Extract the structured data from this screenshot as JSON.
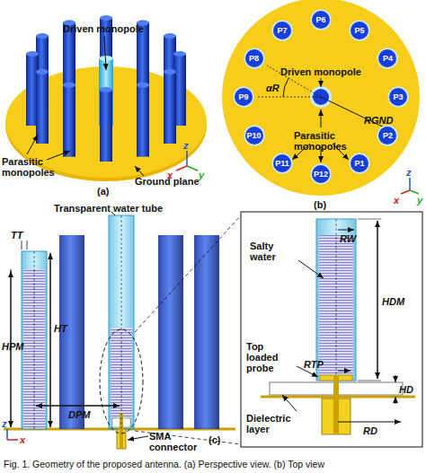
{
  "diagram": {
    "caption": "Fig. 1. Geometry of the proposed antenna. (a) Perspective view. (b) Top view",
    "nodes": [
      {
        "text": [
          "P1"
        ]
      },
      {
        "text": [
          "P2"
        ]
      },
      {
        "text": [
          "P3"
        ]
      },
      {
        "text": [
          "P4"
        ]
      },
      {
        "text": [
          "P5"
        ]
      },
      {
        "text": [
          "P6"
        ]
      },
      {
        "text": [
          "P7"
        ]
      },
      {
        "text": [
          "P8"
        ]
      },
      {
        "text": [
          "P9"
        ]
      },
      {
        "text": [
          "P10"
        ]
      },
      {
        "text": [
          "P11"
        ]
      },
      {
        "text": [
          "P12"
        ]
      }
    ],
    "labels": [
      "Driven monopole",
      "Parasitic monopoles",
      "Ground plane",
      "(a)",
      "z",
      "y",
      "x",
      "Driven monopole",
      "αR",
      "RGND",
      "Parasitic monopoles",
      "(b)",
      "z",
      "x",
      "y",
      "Transparent water tube",
      "TT",
      "HT",
      "HPM",
      "DPM",
      "SMA connector",
      "(c)",
      "z",
      "x",
      "Salty water",
      "RW",
      "HDM",
      "Top loaded probe",
      "RTP",
      "HD",
      "Dielectric layer",
      "RD"
    ]
  }
}
